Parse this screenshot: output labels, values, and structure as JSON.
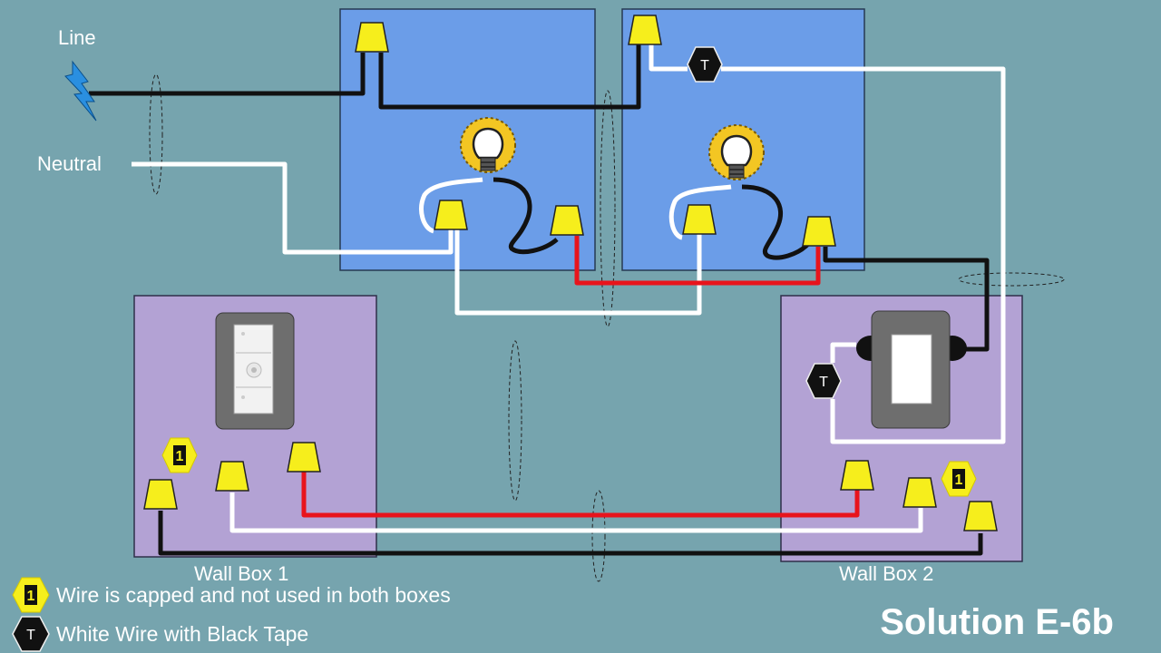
{
  "labels": {
    "line": "Line",
    "neutral": "Neutral",
    "wall_box_1": "Wall Box 1",
    "wall_box_2": "Wall Box 2"
  },
  "legend": [
    {
      "badge": "1",
      "text": "Wire is capped and not used in both boxes"
    },
    {
      "badge": "T",
      "text": "White Wire with Black Tape"
    }
  ],
  "tape_marker": "T",
  "capped_marker": "1",
  "title": "Solution E-6b",
  "colors": {
    "background": "#76a4ae",
    "light_box": "#6b9de8",
    "wall_box": "#b3a2d4",
    "wire_hot": "#111111",
    "wire_neutral": "#ffffff",
    "wire_traveler": "#e8141c",
    "wire_nut": "#f6ee1c",
    "lightning": "#2a8fe0"
  },
  "icons": [
    "lightning-icon",
    "light-bulb-icon",
    "dimmer-icon",
    "switch-icon",
    "wire-nut-icon"
  ]
}
